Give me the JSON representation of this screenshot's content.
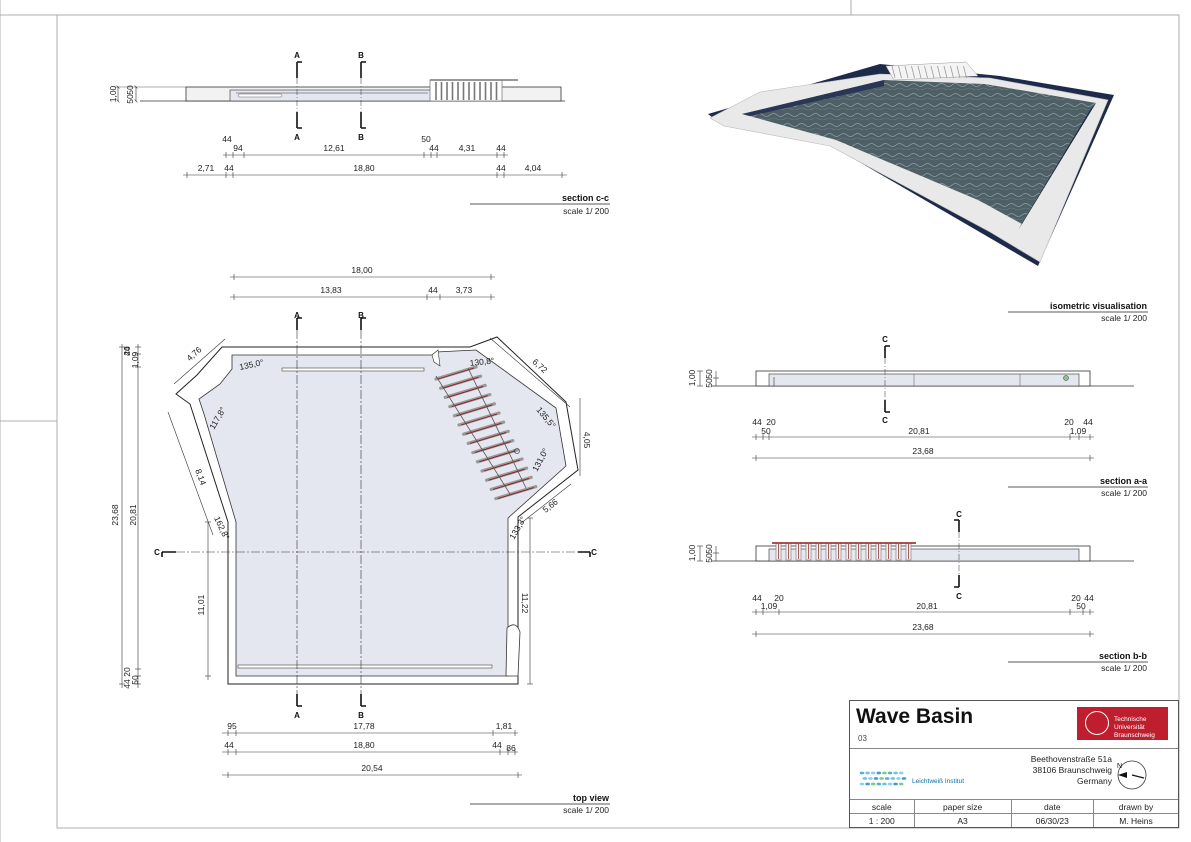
{
  "drawing": {
    "title": "Wave Basin",
    "sheet_number": "03",
    "institute_logo": "Leichtweiß Institut",
    "university_logo": "Technische Universität Braunschweig",
    "address_lines": [
      "Beethovenstraße 51a",
      "38106 Braunschweig",
      "Germany"
    ],
    "north_label": "N",
    "meta_headers": [
      "scale",
      "paper size",
      "date",
      "drawn by"
    ],
    "meta_values": [
      "1 : 200",
      "A3",
      "06/30/23",
      "M. Heins"
    ]
  },
  "views": {
    "section_cc": {
      "caption": "section c-c",
      "scale": "scale 1/ 200"
    },
    "isometric": {
      "caption": "isometric visualisation",
      "scale": "scale 1/ 200"
    },
    "section_aa": {
      "caption": "section a-a",
      "scale": "scale 1/ 200"
    },
    "section_bb": {
      "caption": "section b-b",
      "scale": "scale 1/ 200"
    },
    "top_view": {
      "caption": "top view",
      "scale": "scale 1/ 200"
    }
  },
  "cut_markers": {
    "a": "A",
    "b": "B",
    "c": "C"
  },
  "dimensions": {
    "cc_height": [
      "1,00",
      "50",
      "50"
    ],
    "cc_row1": [
      "44",
      "94",
      "12,61",
      "50",
      "44",
      "4,31",
      "44"
    ],
    "cc_row2": [
      "2,71",
      "44",
      "18,80",
      "44",
      "4,04"
    ],
    "top_upper": [
      "18,00",
      "13,83",
      "44",
      "3,73"
    ],
    "top_left_outer": [
      "20",
      "44",
      "1,09",
      "23,68",
      "50",
      "20",
      "44"
    ],
    "top_left_inner": [
      "20,81",
      "11,01"
    ],
    "top_edges": [
      "4,76",
      "6,72",
      "8,14",
      "4,05",
      "5,66",
      "11,22"
    ],
    "top_angles": [
      "135,0°",
      "130,8°",
      "117,8°",
      "135,5°",
      "131,0°",
      "162,8°",
      "133,3°"
    ],
    "top_lower": [
      "95",
      "17,78",
      "1,81",
      "44",
      "18,80",
      "44",
      "86",
      "20,54"
    ],
    "aa_height": [
      "1,00",
      "50",
      "50"
    ],
    "aa_row1": [
      "44",
      "20",
      "50",
      "20,81",
      "20",
      "44",
      "1,09"
    ],
    "aa_row2": [
      "23,68"
    ],
    "bb_height": [
      "1,00",
      "50",
      "50"
    ],
    "bb_row1": [
      "44",
      "1,09",
      "20",
      "20,81",
      "20",
      "44",
      "50"
    ],
    "bb_row2": [
      "23,68"
    ]
  },
  "colors": {
    "water_plan": "#e4e7ef",
    "water_iso": "#4f5f66",
    "concrete": "#ebebeb",
    "wave_maker_red": "#8a1d1d",
    "brand_red": "#be1e2d",
    "logo_blue": "#4fb2d9"
  },
  "icons": [
    "north-arrow-icon",
    "university-seal-icon",
    "institute-wave-logo-icon"
  ]
}
